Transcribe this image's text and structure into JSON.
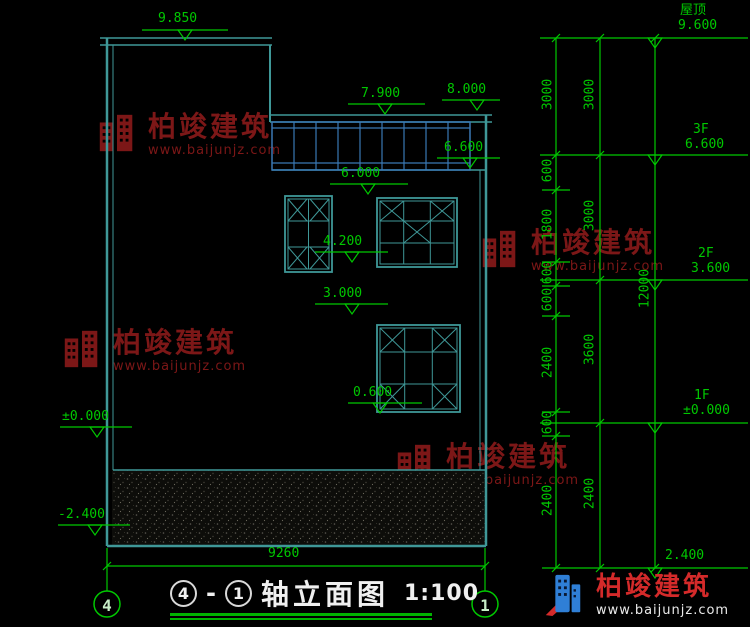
{
  "colors": {
    "background": "#000000",
    "structure": "#3f9898",
    "window": "#3a78b4",
    "dimension": "#00c800",
    "title_text": "#f0f0f0",
    "watermark": "#8a1a1a",
    "logo_blue": "#2f7fd6",
    "logo_red": "#d42a2a"
  },
  "drawing": {
    "markers": {
      "m9850": "9.850",
      "m7900": "7.900",
      "m8000": "8.000",
      "m6600": "6.600",
      "m6000": "6.000",
      "m4200": "4.200",
      "m3000": "3.000",
      "m0600": "0.600",
      "mzero": "±0.000",
      "mneg2400": "-2.400"
    },
    "bottom_dim": "9260"
  },
  "right_panel": {
    "roof": {
      "label": "屋顶",
      "value": "9.600"
    },
    "f3": {
      "label": "3F",
      "value": "6.600"
    },
    "f2": {
      "label": "2F",
      "value": "3.600"
    },
    "f1": {
      "label": "1F",
      "value": "±0.000"
    },
    "base_value": "2.400",
    "total": "12000",
    "chain_inner": [
      "3000",
      "600",
      "1800",
      "600",
      "600",
      "2400",
      "600",
      "2400"
    ],
    "chain_outer": [
      "3000",
      "3000",
      "3600",
      "2400"
    ]
  },
  "axis_bubbles": {
    "left": "4",
    "right": "1"
  },
  "title": {
    "axis_start": "4",
    "separator": "-",
    "axis_end": "1",
    "name": "轴立面图",
    "scale": "1:100"
  },
  "watermark": {
    "brand": "柏竣建筑",
    "url": "www.baijunjz.com"
  },
  "footer_logo": {
    "brand": "柏竣建筑",
    "url": "www.baijunjz.com"
  }
}
